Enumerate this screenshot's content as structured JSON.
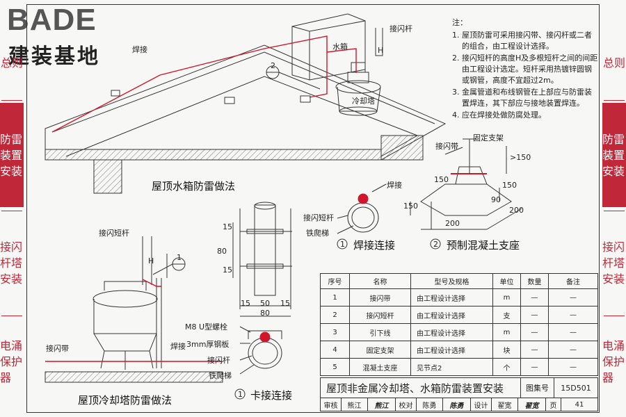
{
  "logo": {
    "brand": "BADE",
    "subtitle": "建装基地"
  },
  "left_tabs": [
    {
      "label": "总则",
      "active": false
    },
    {
      "label": "防雷装置安装",
      "active": true
    },
    {
      "label": "接闪杆塔安装",
      "active": false
    },
    {
      "label": "电涌保护器",
      "active": false
    }
  ],
  "right_tabs": [
    {
      "label": "总则",
      "active": false
    },
    {
      "label": "防雷装置安装",
      "active": true
    },
    {
      "label": "接闪杆塔安装",
      "active": false
    },
    {
      "label": "电涌保护器",
      "active": false
    }
  ],
  "top_diagram": {
    "caption": "屋顶水箱防雷做法",
    "labels": {
      "weld": "焊接",
      "tank": "水箱",
      "rod": "接闪杆",
      "tower": "冷却塔",
      "h": "H",
      "detail": "2"
    }
  },
  "notes": {
    "title": "注：",
    "items": [
      "屋顶防雷可采用接闪带、接闪杆或二者的组合，由工程设计选择。",
      "接闪短杆的高度H及多根短杆之间的间距由工程设计选定。短杆采用热镀锌圆钢或钢管，高度不宜超过2m。",
      "金属管道和布线钢管在上部应与防雷装置焊连，其下部应与接地装置焊连。",
      "应在焊接处做防腐处理。"
    ]
  },
  "detail_weld": {
    "caption": "焊接连接",
    "number": "1",
    "labels": {
      "weld": "焊接",
      "rod": "接闪短杆",
      "iron": "铁爬梯"
    }
  },
  "detail_support": {
    "caption": "预制混凝土支座",
    "number": "2",
    "labels": {
      "strip": "接闪带",
      "bracket": "固定支架"
    },
    "dims": {
      "d150top": "150",
      "d150h": "150",
      "d150l": "150",
      "d200a": "200",
      "d200b": "200",
      "d90": "90",
      "dgt": ">150"
    }
  },
  "detail_clamp": {
    "caption": "卡接连接",
    "number": "1",
    "labels": {
      "bolt": "M8 U型螺栓",
      "plate": "3mm厚钢板",
      "rod": "接闪杆",
      "iron": "铁爬梯"
    },
    "dims": {
      "d15a": "15",
      "d80v": "80",
      "d15b": "15",
      "d15c": "15",
      "d50": "50",
      "d15d": "15",
      "d80h": "80"
    }
  },
  "bottom_diagram": {
    "caption": "屋顶冷却塔防雷做法",
    "labels": {
      "rod": "接闪短杆",
      "h": "H",
      "detail": "1",
      "strip": "接闪带",
      "weld": "焊接"
    }
  },
  "parts_table": {
    "headers": [
      "序号",
      "名称",
      "型号及规格",
      "单位",
      "数量",
      "备注"
    ],
    "rows": [
      [
        "1",
        "接闪带",
        "由工程设计选择",
        "m",
        "—",
        "—"
      ],
      [
        "2",
        "接闪短杆",
        "由工程设计选择",
        "支",
        "—",
        "—"
      ],
      [
        "3",
        "引下线",
        "由工程设计选择",
        "m",
        "—",
        "—"
      ],
      [
        "4",
        "固定支架",
        "由工程设计选择",
        "块",
        "—",
        "—"
      ],
      [
        "5",
        "混凝土支座",
        "见节点2",
        "个",
        "—",
        "—"
      ]
    ]
  },
  "title_block": {
    "title": "屋顶非金属冷却塔、水箱防雷装置安装",
    "atlas_label": "图集号",
    "atlas_no": "15D501",
    "review_label": "审核",
    "reviewer": "熊江",
    "reviewer_sig": "熊江",
    "check_label": "校对",
    "checker": "陈勇",
    "checker_sig": "陈勇",
    "design_label": "设计",
    "designer": "翟宽",
    "designer_sig": "翟宽",
    "page_label": "页",
    "page_no": "41"
  },
  "colors": {
    "accent": "#c0283a",
    "ink": "#222222",
    "paper": "#f7f7f5"
  }
}
